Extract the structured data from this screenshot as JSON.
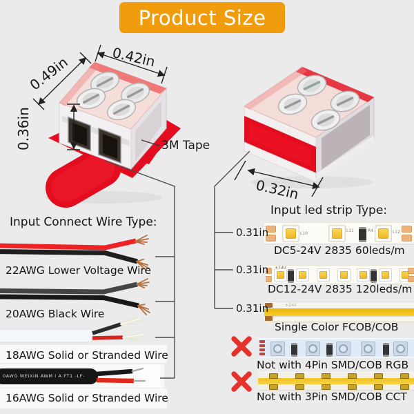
{
  "title": "Product Size",
  "colors": {
    "banner_orange": "#F09C0C",
    "connector_red": "#E30D1F",
    "cross_red": "#E5332C",
    "led_gold": "#F2BD2B",
    "copper": "#B5713F",
    "background": "#EBEBEB"
  },
  "connector_left": {
    "dim_top_width": "0.42in",
    "dim_left_width": "0.49in",
    "dim_height": "0.36in",
    "tape_label": "3M Tape"
  },
  "connector_right": {
    "dim_bottom_width": "0.32in"
  },
  "wires": {
    "heading": "Input Connect Wire Type:",
    "items": [
      {
        "label": "22AWG Lower Voltage Wire"
      },
      {
        "label": "20AWG Black Wire"
      },
      {
        "label": "18AWG Solid or Stranded Wire"
      },
      {
        "label": "16AWG Solid or Stranded Wire",
        "jacket_print": "0AWG WEIXIN AWM I A FT1 -LF-"
      }
    ]
  },
  "strips": {
    "heading": "Input led strip Type:",
    "width_label": "0.31in",
    "items": [
      {
        "label": "DC5-24V 2835 60leds/m",
        "marks": [
          "L10",
          "L11",
          "R4",
          "L12"
        ],
        "compatible": true
      },
      {
        "label": "DC12-24V 2835 120leds/m",
        "marks": [
          "+24V"
        ],
        "compatible": true
      },
      {
        "label": "Single Color FCOB/COB",
        "marks": [
          "+24V"
        ],
        "compatible": true
      },
      {
        "label": "Not with 4Pin SMD/COB RGB",
        "compatible": false
      },
      {
        "label": "Not with 3Pin SMD/COB CCT",
        "compatible": false
      }
    ]
  }
}
